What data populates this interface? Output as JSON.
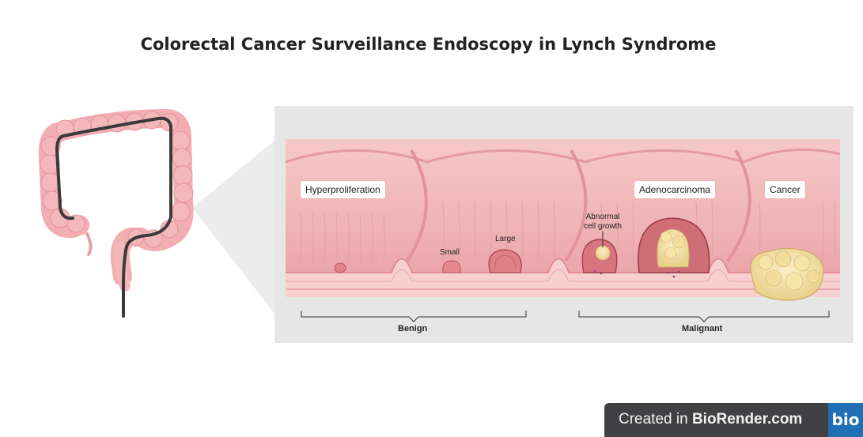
{
  "title": "Colorectal Cancer Surveillance Endoscopy in Lynch Syndrome",
  "stages": {
    "hyperproliferation": "Hyperproliferation",
    "adenocarcinoma": "Adenocarcinoma",
    "cancer": "Cancer"
  },
  "polyp_labels": {
    "small": "Small",
    "large": "Large",
    "abnormal_line1": "Abnormal",
    "abnormal_line2": "cell growth"
  },
  "groups": {
    "benign": "Benign",
    "malignant": "Malignant"
  },
  "watermark": {
    "prefix": "Created in ",
    "brand": "BioRender.com",
    "logo": "bio"
  },
  "colors": {
    "tissue": "#f4b6b8",
    "panel_bg": "#e6e6e6",
    "tumor": "#f2dfa0",
    "scope": "#3a3a3a"
  }
}
